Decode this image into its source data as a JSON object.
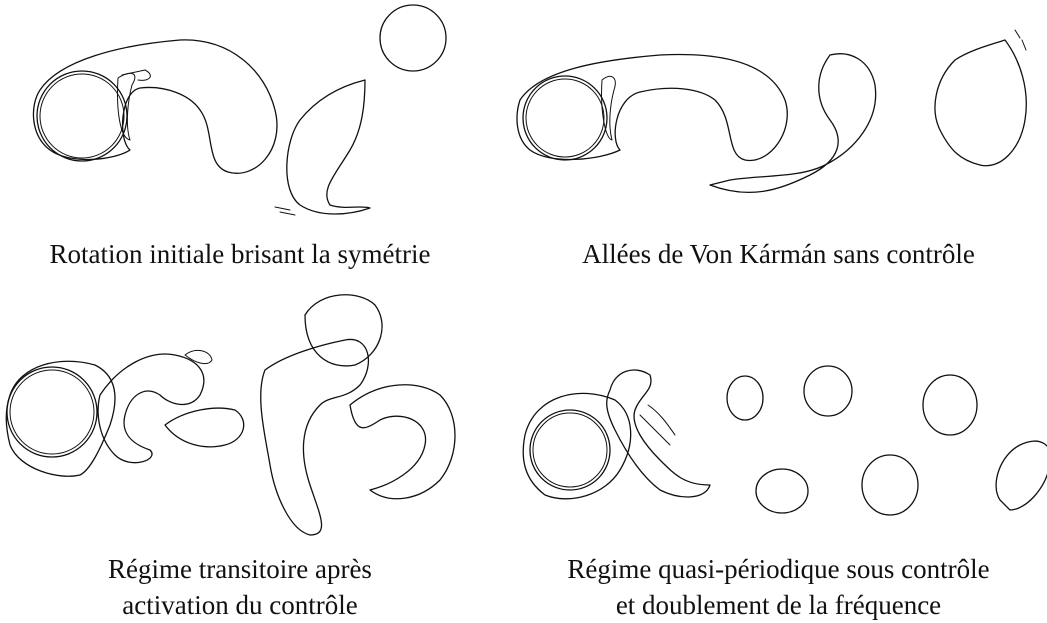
{
  "figure": {
    "panels": [
      {
        "caption_lines": [
          "Rotation initiale brisant la symétrie"
        ]
      },
      {
        "caption_lines": [
          "Allées de Von Kármán sans contrôle"
        ]
      },
      {
        "caption_lines": [
          "Régime transitoire après",
          "activation du contrôle"
        ]
      },
      {
        "caption_lines": [
          "Régime quasi-périodique sous contrôle",
          "et doublement de la fréquence"
        ]
      }
    ]
  },
  "colors": {
    "ink": "#111111",
    "background": "#ffffff"
  }
}
